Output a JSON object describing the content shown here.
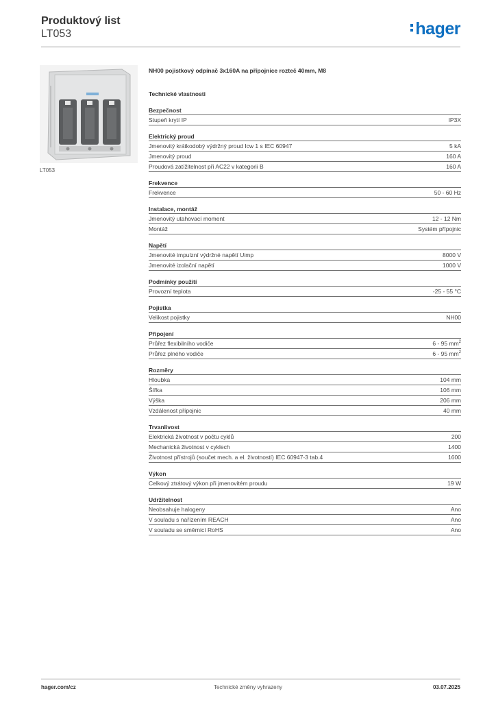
{
  "header": {
    "title": "Produktový list",
    "code": "LT053",
    "logo_text": "hager",
    "logo_color": "#0e6fc1"
  },
  "product": {
    "image_caption": "LT053",
    "description": "NH00 pojistkový odpínač 3x160A na přípojnice rozteč 40mm, M8"
  },
  "specs": {
    "heading": "Technické vlastnosti",
    "groups": [
      {
        "title": "Bezpečnost",
        "rows": [
          {
            "label": "Stupeň krytí IP",
            "value": "IP3X"
          }
        ]
      },
      {
        "title": "Elektrický proud",
        "rows": [
          {
            "label": "Jmenovitý krátkodobý výdržný proud Icw 1 s IEC 60947",
            "value": "5 kA"
          },
          {
            "label": "Jmenovitý proud",
            "value": "160 A"
          },
          {
            "label": "Proudová zatížitelnost při AC22 v kategorii B",
            "value": "160 A"
          }
        ]
      },
      {
        "title": "Frekvence",
        "rows": [
          {
            "label": "Frekvence",
            "value": "50 - 60 Hz"
          }
        ]
      },
      {
        "title": "Instalace, montáž",
        "rows": [
          {
            "label": "Jmenovitý utahovací moment",
            "value": "12 - 12 Nm"
          },
          {
            "label": "Montáž",
            "value": "Systém přípojnic"
          }
        ]
      },
      {
        "title": "Napětí",
        "rows": [
          {
            "label": "Jmenovité impulzní výdržné napětí Uimp",
            "value": "8000 V"
          },
          {
            "label": "Jmenovité izolační napětí",
            "value": "1000 V"
          }
        ]
      },
      {
        "title": "Podmínky použití",
        "rows": [
          {
            "label": "Provozní teplota",
            "value": "-25 - 55 °C"
          }
        ]
      },
      {
        "title": "Pojistka",
        "rows": [
          {
            "label": "Velikost pojistky",
            "value": "NH00"
          }
        ]
      },
      {
        "title": "Připojení",
        "rows": [
          {
            "label": "Průřez flexibilního vodiče",
            "value": "6 - 95 mm",
            "sup": "2"
          },
          {
            "label": "Průřez plného vodiče",
            "value": "6 - 95 mm",
            "sup": "2"
          }
        ]
      },
      {
        "title": "Rozměry",
        "rows": [
          {
            "label": "Hloubka",
            "value": "104 mm"
          },
          {
            "label": "Šířka",
            "value": "106 mm"
          },
          {
            "label": "Výška",
            "value": "206 mm"
          },
          {
            "label": "Vzdálenost přípojnic",
            "value": "40 mm"
          }
        ]
      },
      {
        "title": "Trvanlivost",
        "rows": [
          {
            "label": "Elektrická životnost v počtu cyklů",
            "value": "200"
          },
          {
            "label": "Mechanická životnost v cyklech",
            "value": "1400"
          },
          {
            "label": "Životnost přístrojů (součet mech. a el. životností) IEC 60947-3 tab.4",
            "value": "1600"
          }
        ]
      },
      {
        "title": "Výkon",
        "rows": [
          {
            "label": "Celkový ztrátový výkon při jmenovitém proudu",
            "value": "19 W"
          }
        ]
      },
      {
        "title": "Udržitelnost",
        "rows": [
          {
            "label": "Neobsahuje halogeny",
            "value": "Ano"
          },
          {
            "label": "V souladu s nařízením REACH",
            "value": "Ano"
          },
          {
            "label": "V souladu se směrnicí RoHS",
            "value": "Ano"
          }
        ]
      }
    ]
  },
  "footer": {
    "website": "hager.com/cz",
    "notice": "Technické změny vyhrazeny",
    "date": "03.07.2025"
  }
}
